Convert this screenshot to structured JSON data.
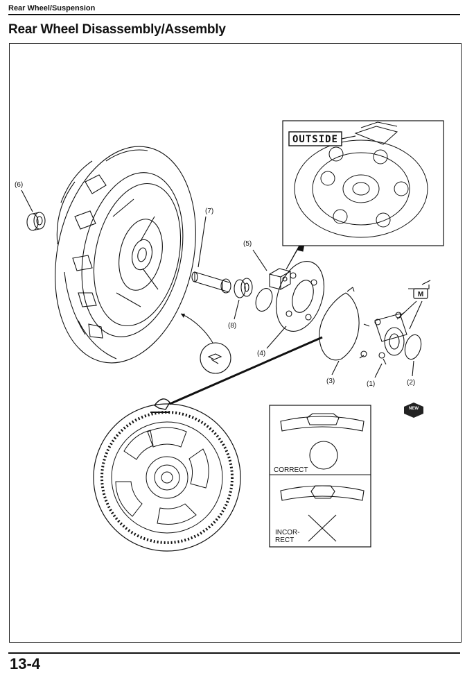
{
  "header": {
    "section": "Rear Wheel/Suspension",
    "title": "Rear Wheel Disassembly/Assembly"
  },
  "footer": {
    "page_number": "13-4"
  },
  "callouts": {
    "c1": "(1)",
    "c2": "(2)",
    "c3": "(3)",
    "c4": "(4)",
    "c5": "(5)",
    "c6": "(6)",
    "c7": "(7)",
    "c8": "(8)"
  },
  "inset": {
    "outside_label": "OUTSIDE"
  },
  "comparison": {
    "correct": "CORRECT",
    "incorrect_line1": "INCOR-",
    "incorrect_line2": "RECT"
  },
  "symbols": {
    "grease": "M",
    "new": "NEW"
  }
}
